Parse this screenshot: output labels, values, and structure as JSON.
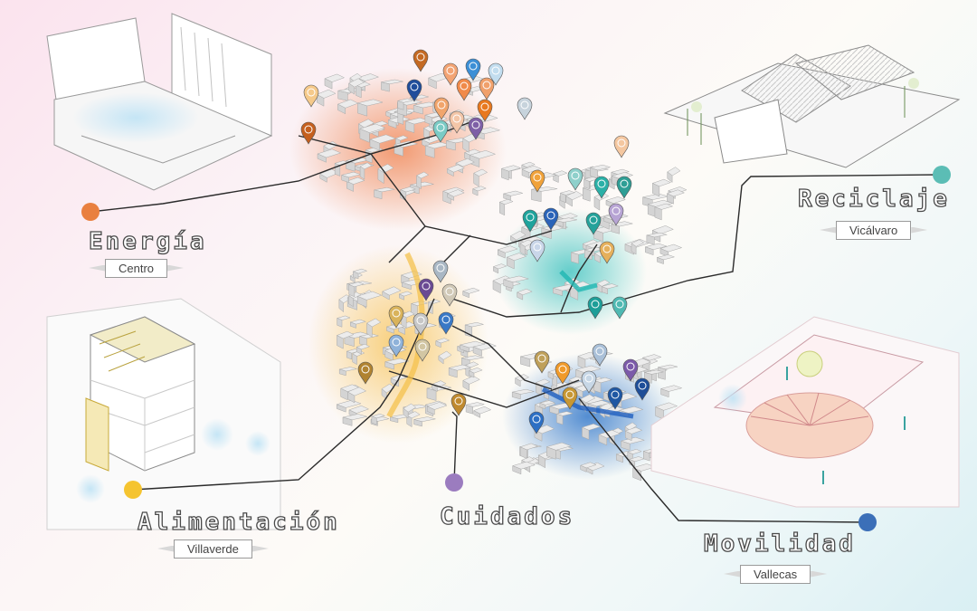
{
  "colors": {
    "energia": "#e9803f",
    "reciclaje": "#5bbdb5",
    "alimentacion": "#f5c430",
    "cuidados": "#9b7cbf",
    "movilidad": "#3b6fb8",
    "line": "#2b2b2b",
    "building": "#d4d4d4"
  },
  "nodes": [
    {
      "id": "energia",
      "title": "Energía",
      "district": "Centro",
      "color_key": "energia"
    },
    {
      "id": "reciclaje",
      "title": "Reciclaje",
      "district": "Vicálvaro",
      "color_key": "reciclaje"
    },
    {
      "id": "alimentacion",
      "title": "Alimentación",
      "district": "Villaverde",
      "color_key": "alimentacion"
    },
    {
      "id": "cuidados",
      "title": "Cuidados",
      "district": "",
      "color_key": "cuidados"
    },
    {
      "id": "movilidad",
      "title": "Movilidad",
      "district": "Vallecas",
      "color_key": "movilidad"
    }
  ]
}
